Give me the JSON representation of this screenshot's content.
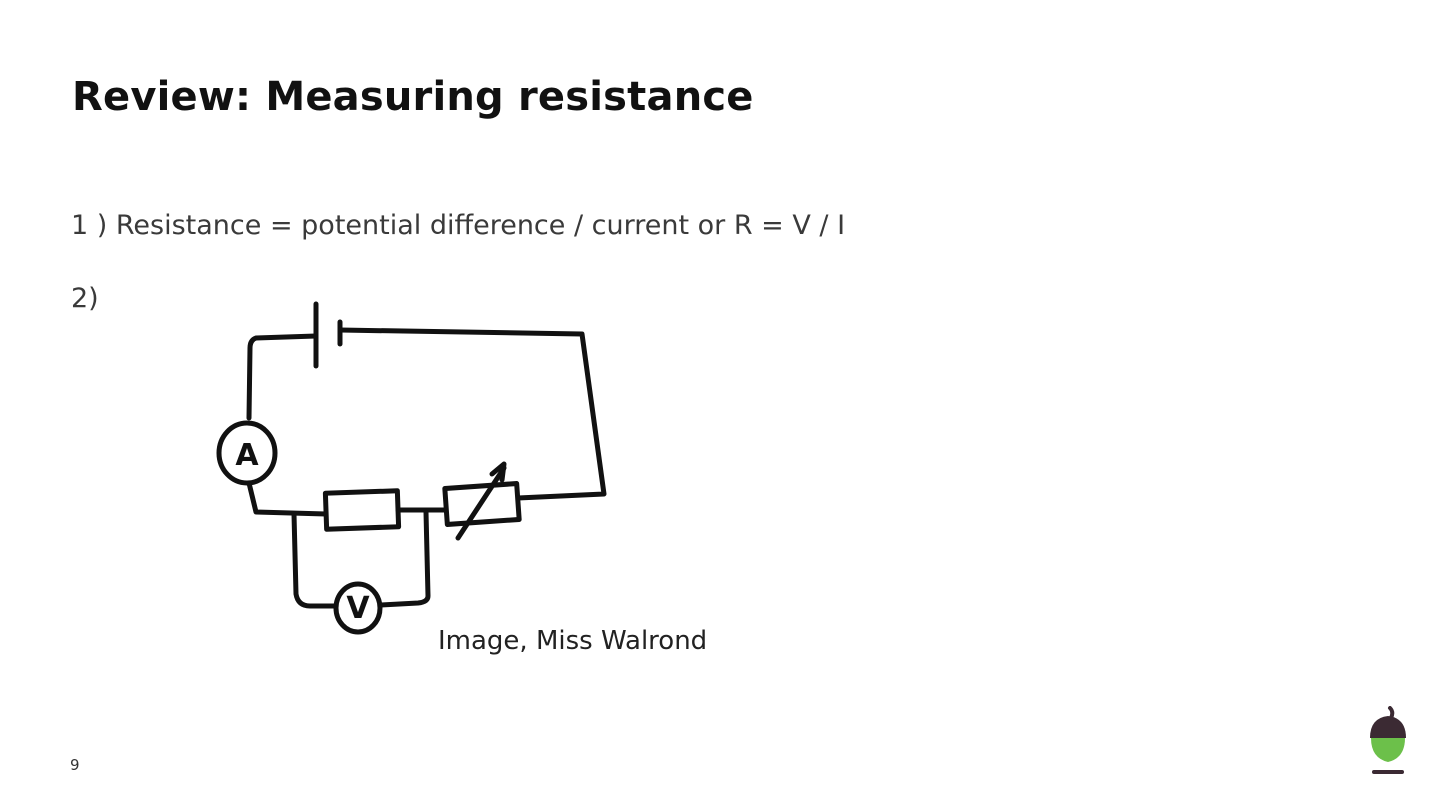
{
  "slide": {
    "title": "Review: Measuring resistance",
    "point_1": "1 ) Resistance = potential difference / current or R = V / I",
    "point_2": "2)",
    "diagram": {
      "ammeter_label": "A",
      "voltmeter_label": "V"
    },
    "image_caption": "Image, Miss Walrond",
    "page_number": "9",
    "logo_icon": "acorn-logo-icon",
    "colors": {
      "logo_green": "#6cc04a",
      "logo_dark": "#3b2a33"
    }
  }
}
